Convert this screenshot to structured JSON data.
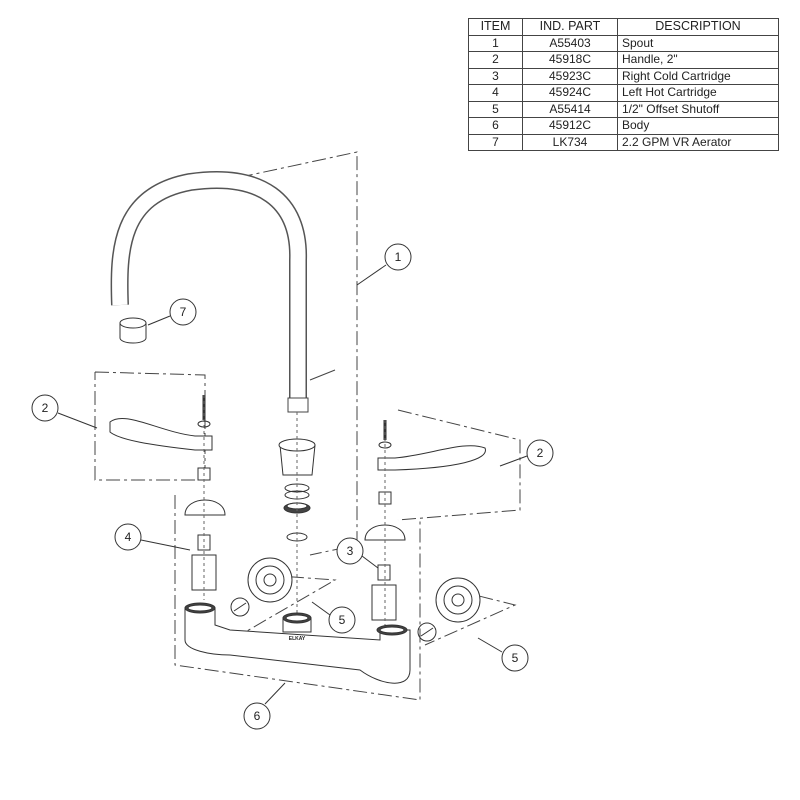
{
  "parts_table": {
    "headers": [
      "ITEM",
      "IND. PART",
      "DESCRIPTION"
    ],
    "rows": [
      {
        "item": "1",
        "part": "A55403",
        "description": "Spout"
      },
      {
        "item": "2",
        "part": "45918C",
        "description": "Handle, 2\""
      },
      {
        "item": "3",
        "part": "45923C",
        "description": "Right Cold Cartridge"
      },
      {
        "item": "4",
        "part": "45924C",
        "description": "Left Hot Cartridge"
      },
      {
        "item": "5",
        "part": "A55414",
        "description": "1/2\" Offset Shutoff"
      },
      {
        "item": "6",
        "part": "45912C",
        "description": "Body"
      },
      {
        "item": "7",
        "part": "LK734",
        "description": "2.2 GPM VR Aerator"
      }
    ]
  },
  "callouts": [
    "1",
    "7",
    "2",
    "2",
    "4",
    "3",
    "5",
    "5",
    "6"
  ],
  "body_brand": "ELKAY"
}
